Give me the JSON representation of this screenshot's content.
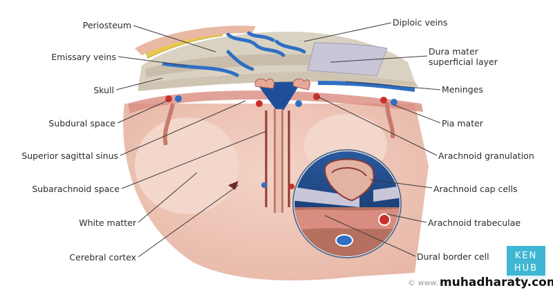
{
  "labels_left": [
    "Periosteum",
    "Emissary veins",
    "Skull",
    "Subdural space",
    "Superior sagittal sinus",
    "Subarachnoid space",
    "White matter",
    "Cerebral cortex"
  ],
  "labels_right": [
    "Diploic veins",
    "Dura mater\nsuperficial layer",
    "Meninges",
    "Pia mater",
    "Arachnoid granulation",
    "Arachnoid cap cells",
    "Arachnoid trabeculae",
    "Dural border cell"
  ],
  "logo": {
    "line1": "KEN",
    "line2": "HUB"
  },
  "copyright": "© www.ke",
  "watermark": "muhadharaty.com",
  "colors": {
    "brain": "#f0c9ba",
    "brain_dark": "#e6b3a2",
    "white_matter": "#f5d9ce",
    "bone": "#d9d2c2",
    "periosteum": "#e8c94f",
    "vein_blue": "#2f6fc4",
    "artery_red": "#c9302c",
    "dura": "#c8c6d8",
    "kenhub": "#3fb6d4"
  }
}
